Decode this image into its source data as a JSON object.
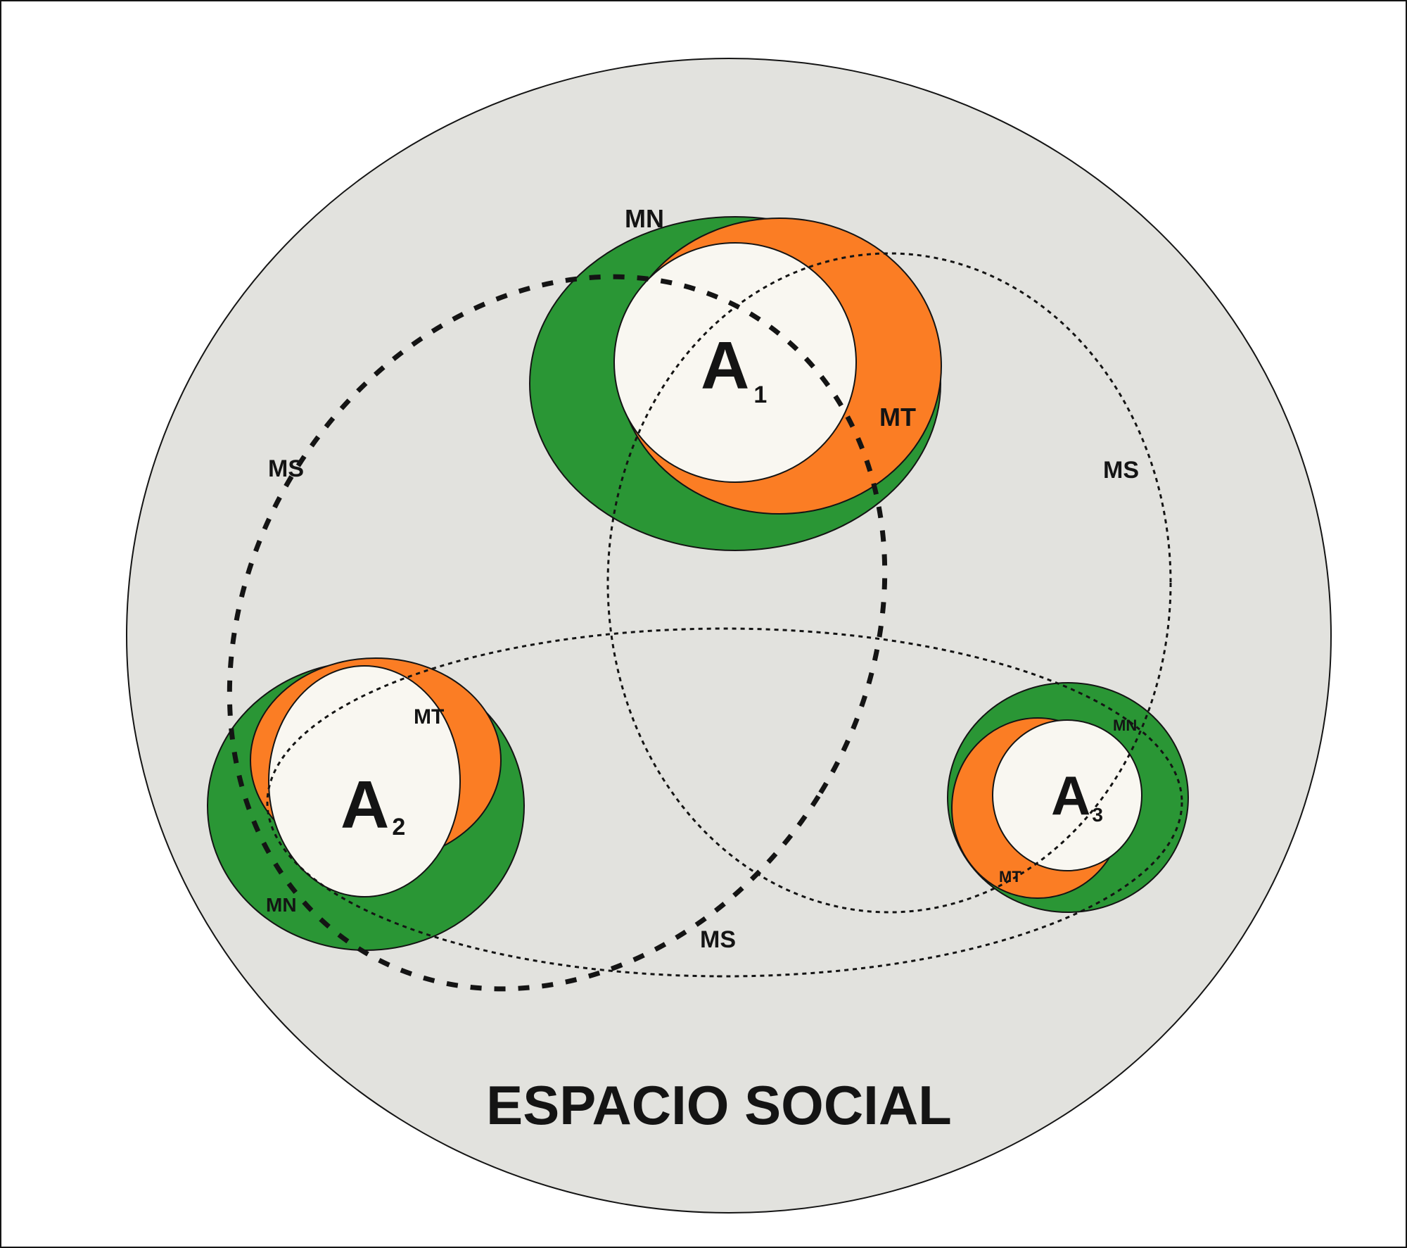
{
  "title": "ESPACIO SOCIAL",
  "agents": [
    {
      "letter": "A",
      "subscript": "1",
      "mn_label": "MN",
      "mt_label": "MT"
    },
    {
      "letter": "A",
      "subscript": "2",
      "mn_label": "MN",
      "mt_label": "MT"
    },
    {
      "letter": "A",
      "subscript": "3",
      "mn_label": "MN",
      "mt_label": "MT"
    }
  ],
  "ms_labels": [
    "MS",
    "MS",
    "MS"
  ],
  "colors": {
    "page_background": "#ffffff",
    "social_space_fill": "#e2e2de",
    "mn_green": "#2a9635",
    "mt_orange": "#fb7d24",
    "agent_core": "#f9f7f1",
    "outline": "#141414"
  }
}
